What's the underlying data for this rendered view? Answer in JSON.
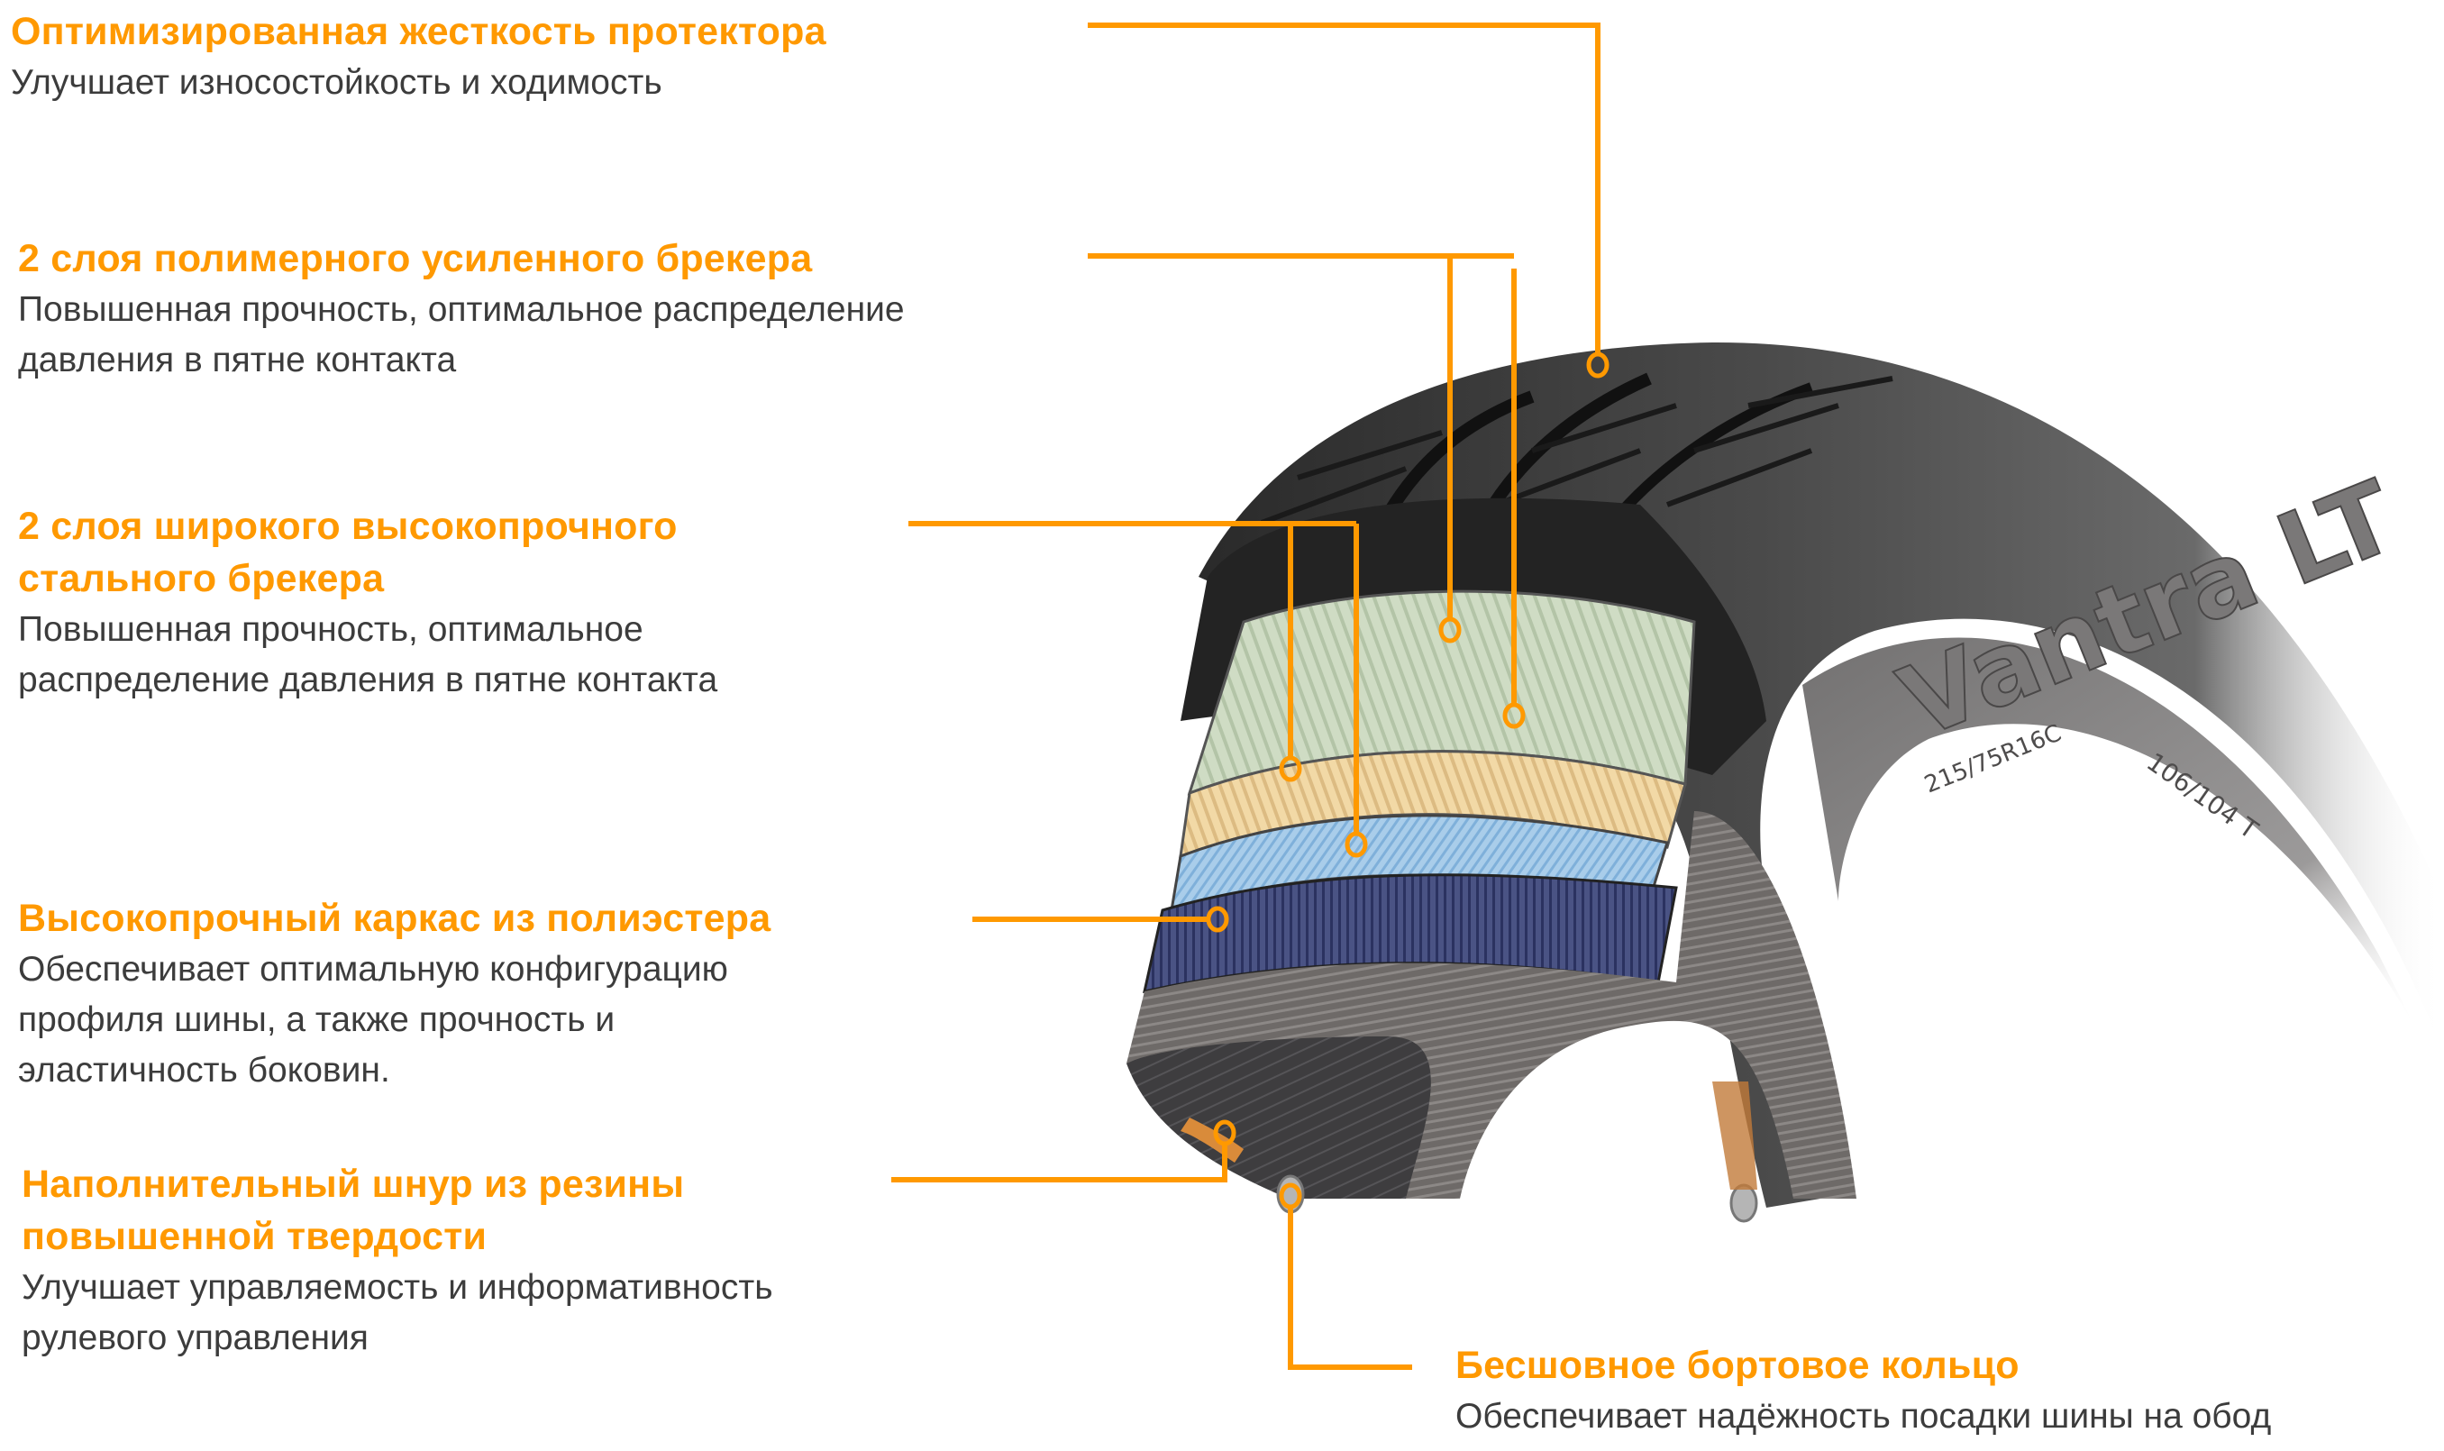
{
  "colors": {
    "accent": "#FF9900",
    "text": "#3C3C3C",
    "background": "#FFFFFF"
  },
  "tire": {
    "brand_label": "Vantra LT",
    "sidewall_size": "215/75R16C",
    "sidewall_load": "106/104 T"
  },
  "callouts": [
    {
      "id": "tread",
      "title": "Оптимизированная жесткость протектора",
      "description": "Улучшает износостойкость и ходимость"
    },
    {
      "id": "polymer-breaker",
      "title": "2 слоя полимерного усиленного брекера",
      "description": "Повышенная прочность, оптимальное распределение\nдавления в пятне контакта"
    },
    {
      "id": "steel-breaker",
      "title": "2 слоя широкого высокопрочного\nстального брекера",
      "description": "Повышенная прочность, оптимальное\nраспределение давления в пятне контакта"
    },
    {
      "id": "polyester-carcass",
      "title": "Высокопрочный каркас из полиэстера",
      "description": "Обеспечивает оптимальную конфигурацию\nпрофиля шины, а также прочность и\nэластичность боковин."
    },
    {
      "id": "apex-filler",
      "title": "Наполнительный шнур из резины\nповышенной твердости",
      "description": "Улучшает управляемость и информативность\nрулевого управления"
    },
    {
      "id": "bead-ring",
      "title": "Бесшовное бортовое кольцо",
      "description": "Обеспечивает надёжность посадки шины на обод"
    }
  ]
}
